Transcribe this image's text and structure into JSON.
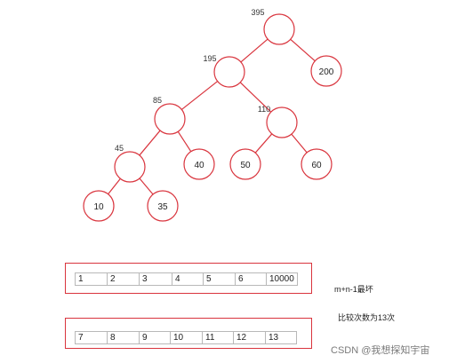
{
  "tree": {
    "stroke_color": "#d9343d",
    "nodes": [
      {
        "id": "root",
        "weight_label": "395",
        "value_label": ""
      },
      {
        "id": "n195",
        "weight_label": "195",
        "value_label": ""
      },
      {
        "id": "n200",
        "weight_label": "",
        "value_label": "200"
      },
      {
        "id": "n85",
        "weight_label": "85",
        "value_label": ""
      },
      {
        "id": "n110",
        "weight_label": "110",
        "value_label": ""
      },
      {
        "id": "n45",
        "weight_label": "45",
        "value_label": ""
      },
      {
        "id": "n40",
        "weight_label": "",
        "value_label": "40"
      },
      {
        "id": "n50",
        "weight_label": "",
        "value_label": "50"
      },
      {
        "id": "n60",
        "weight_label": "",
        "value_label": "60"
      },
      {
        "id": "n10",
        "weight_label": "",
        "value_label": "10"
      },
      {
        "id": "n35",
        "weight_label": "",
        "value_label": "35"
      }
    ],
    "edges": [
      [
        "root",
        "n195"
      ],
      [
        "root",
        "n200"
      ],
      [
        "n195",
        "n85"
      ],
      [
        "n195",
        "n110"
      ],
      [
        "n85",
        "n45"
      ],
      [
        "n85",
        "n40"
      ],
      [
        "n110",
        "n50"
      ],
      [
        "n110",
        "n60"
      ],
      [
        "n45",
        "n10"
      ],
      [
        "n45",
        "n35"
      ]
    ]
  },
  "arrays": {
    "row1": [
      "1",
      "2",
      "3",
      "4",
      "5",
      "6",
      "10000"
    ],
    "row2": [
      "7",
      "8",
      "9",
      "10",
      "11",
      "12",
      "13"
    ]
  },
  "notes": {
    "worst_case": "m+n-1最坏",
    "comparisons": "比较次数为13次"
  },
  "watermark": "CSDN @我想探知宇宙"
}
